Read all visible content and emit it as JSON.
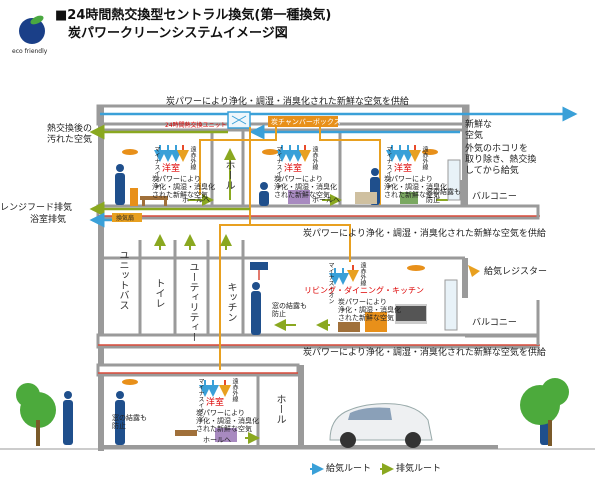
{
  "header": {
    "logo_text": "eco friendly",
    "title_line1": "■24時間熱交換型セントラル換気(第一種換気)",
    "title_line2": "炭パワークリーンシステムイメージ図"
  },
  "left_labels": {
    "exhaust_dirty": "熱交換後の\n汚れた空気",
    "range_hood": "レンジフード排気",
    "bath_exhaust": "浴室排気"
  },
  "right_labels": {
    "fresh_air": "新鮮な\n空気",
    "fresh_air_desc": "外気のホコリを\n取り除き、熱交換\nしてから給気",
    "register": "給気レジスター",
    "balcony": "バルコニー"
  },
  "supply_messages": {
    "top": "炭パワーにより浄化・調湿・消臭化された新鮮な空気を供給",
    "floor3": "炭パワーにより浄化・調湿・消臭化された新鮮な空気を供給",
    "floor2": "炭パワーにより浄化・調湿・消臭化された新鮮な空気を供給"
  },
  "units": {
    "heat_exchanger": "24時間熱交換ユニット",
    "charcoal_box": "炭チャンバーボックス",
    "exhaust_fan": "換気扇"
  },
  "rooms": {
    "western": "洋室",
    "hall": "ホール",
    "unit_bath": "ユニットバス",
    "toilet": "トイレ",
    "utility": "ユーティリティー",
    "kitchen": "キッチン",
    "ldk": "リビング・ダイニング・キッチン",
    "to_hall": "ホールへ"
  },
  "room_desc": {
    "purified": "炭パワーにより\n浄化・調湿・消臭化\nされた新鮮な空気",
    "minus_ion": "マイナスイオン",
    "far_infrared": "遠赤外線",
    "no_condensation": "窓の結露も\n防止"
  },
  "legend": {
    "supply": "給気ルート",
    "exhaust": "排気ルート"
  },
  "colors": {
    "supply": "#3aa0d8",
    "exhaust": "#8aa820",
    "duct": "#e8a020",
    "wall": "#9a9a9a",
    "accent_orange": "#e8901a",
    "floor_red": "#d94a3a",
    "tree": "#4caa3c",
    "person": "#1f4f8c"
  }
}
